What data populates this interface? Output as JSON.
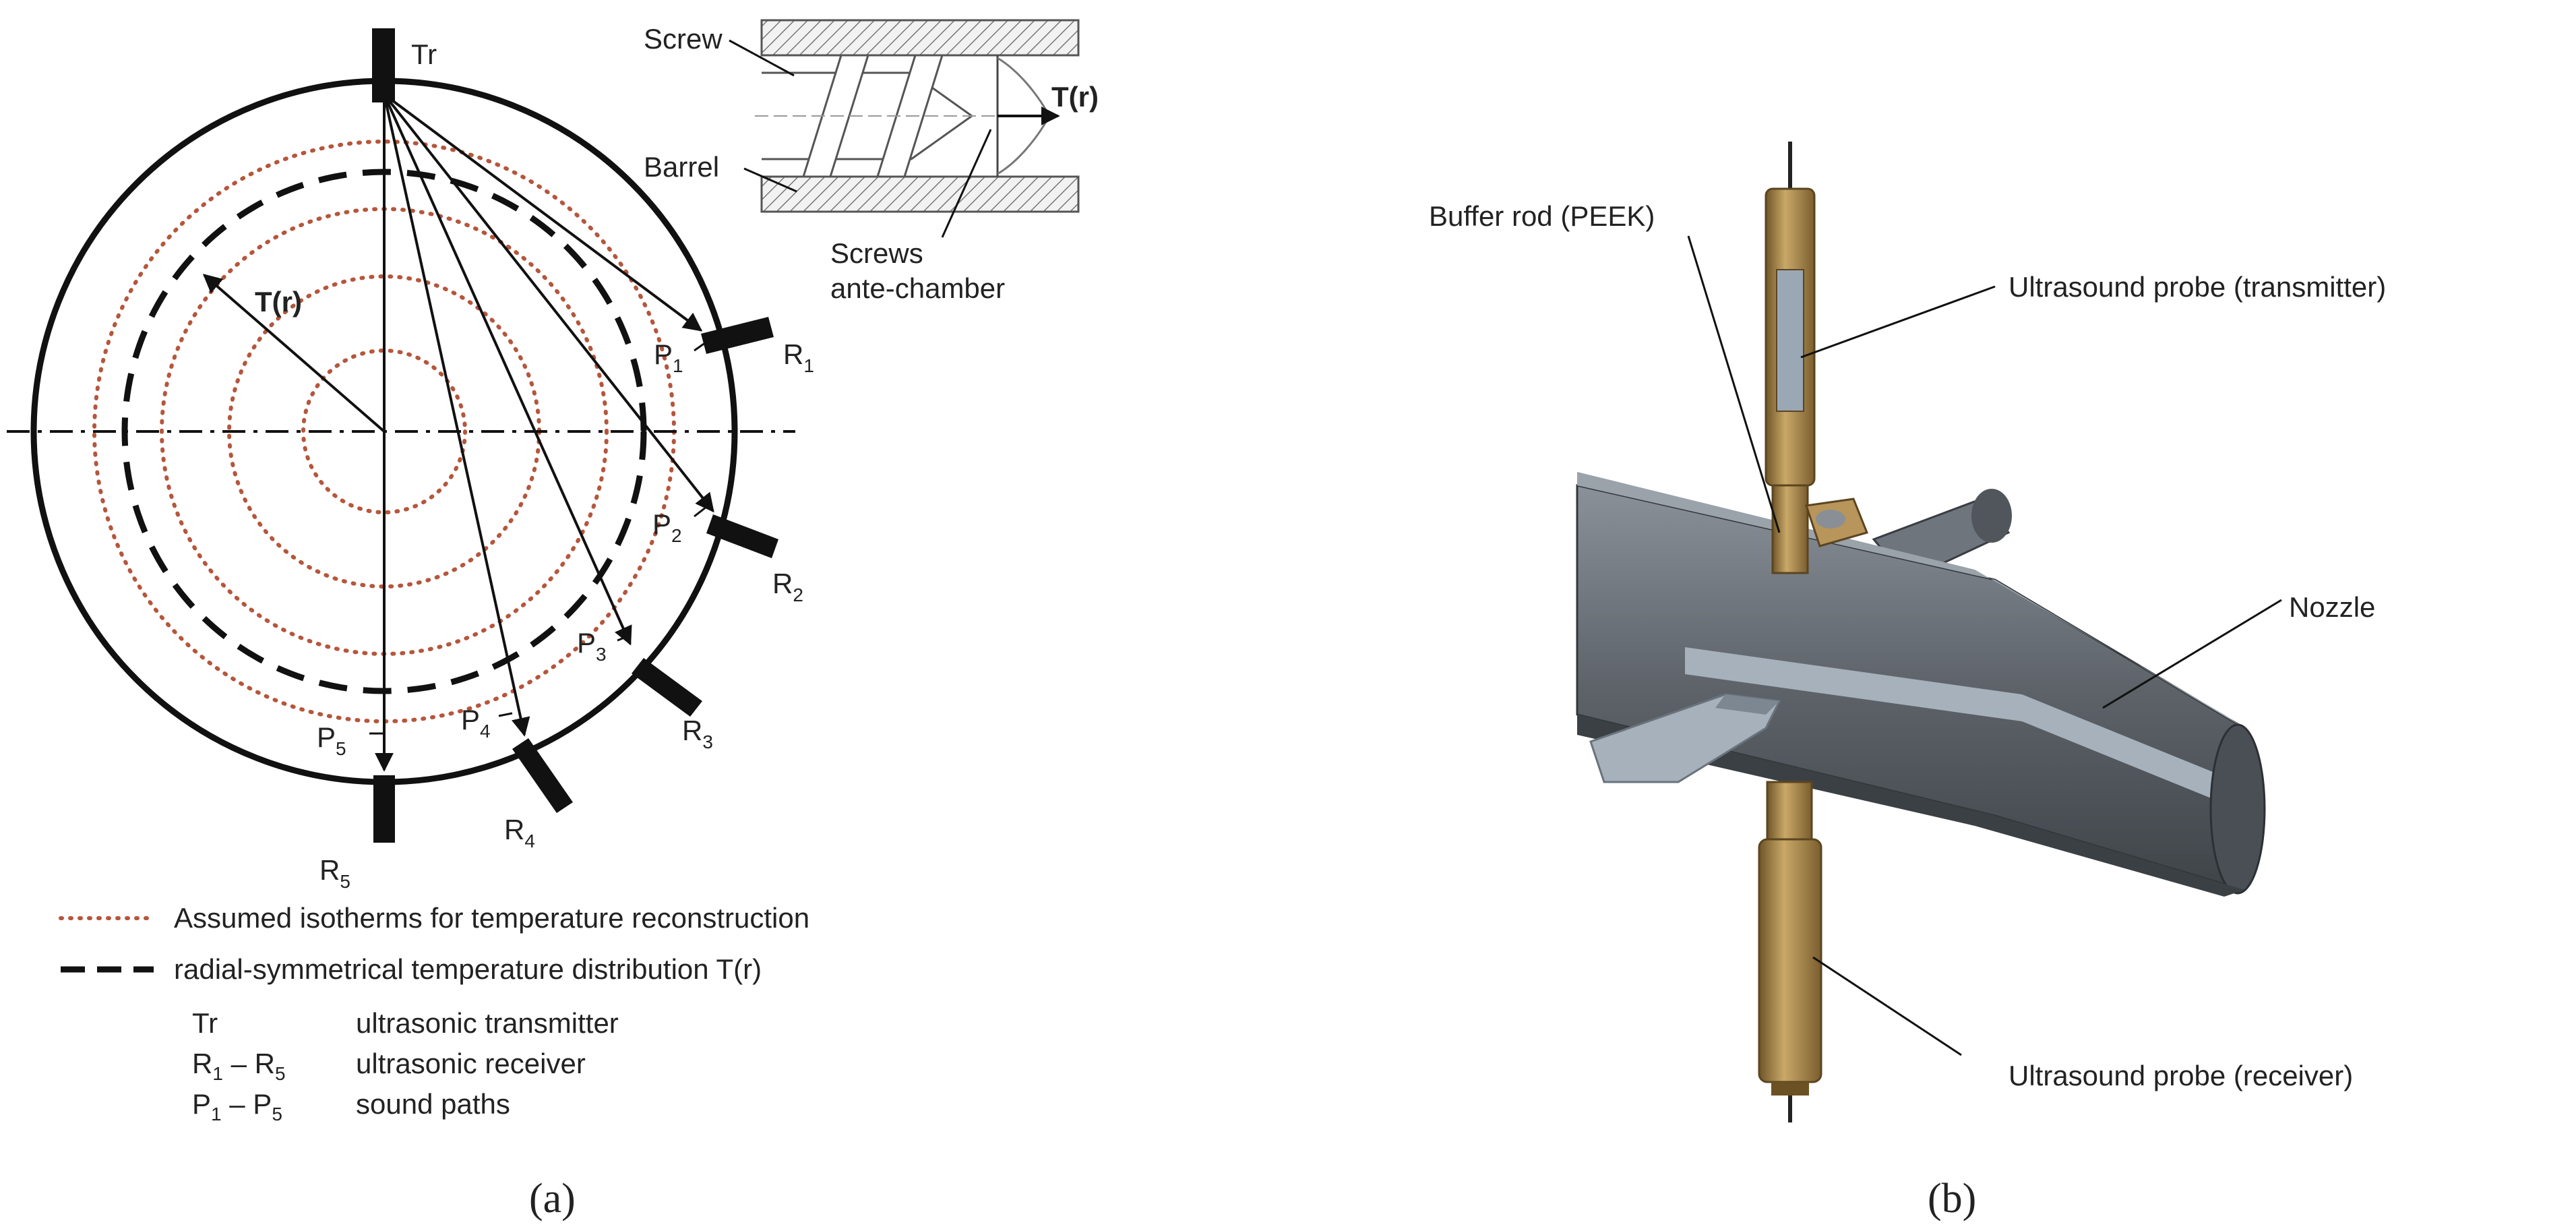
{
  "panel_a": {
    "caption": "(a)",
    "transmitter_label": "Tr",
    "temp_label": "T(r)",
    "receivers": [
      {
        "label": "R",
        "sub": "1"
      },
      {
        "label": "R",
        "sub": "2"
      },
      {
        "label": "R",
        "sub": "3"
      },
      {
        "label": "R",
        "sub": "4"
      },
      {
        "label": "R",
        "sub": "5"
      }
    ],
    "paths": [
      {
        "label": "P",
        "sub": "1"
      },
      {
        "label": "P",
        "sub": "2"
      },
      {
        "label": "P",
        "sub": "3"
      },
      {
        "label": "P",
        "sub": "4"
      },
      {
        "label": "P",
        "sub": "5"
      }
    ],
    "inset": {
      "screw_label": "Screw",
      "barrel_label": "Barrel",
      "chamber_line1": "Screws",
      "chamber_line2": "ante-chamber",
      "temp_label": "T(r)"
    },
    "legend": {
      "isotherms": "Assumed isotherms for temperature reconstruction",
      "distribution": "radial-symmetrical temperature distribution T(r)"
    },
    "key": [
      {
        "sym": "Tr",
        "sym_sub": "",
        "sym_tail": "",
        "sym_tail_sub": "",
        "desc": "ultrasonic transmitter"
      },
      {
        "sym": "R",
        "sym_sub": "1",
        "sym_tail": " – R",
        "sym_tail_sub": "5",
        "desc": "ultrasonic receiver"
      },
      {
        "sym": "P",
        "sym_sub": "1",
        "sym_tail": " – P",
        "sym_tail_sub": "5",
        "desc": "sound paths"
      }
    ],
    "colors": {
      "isotherm": "#b5563c",
      "line": "#111111"
    }
  },
  "panel_b": {
    "caption": "(b)",
    "labels": {
      "buffer_rod": "Buffer rod (PEEK)",
      "transmitter": "Ultrasound probe (transmitter)",
      "nozzle": "Nozzle",
      "receiver": "Ultrasound probe (receiver)"
    },
    "colors": {
      "steel_dark": "#555a60",
      "steel_light": "#a7b1bb",
      "brass": "#a88548"
    }
  }
}
